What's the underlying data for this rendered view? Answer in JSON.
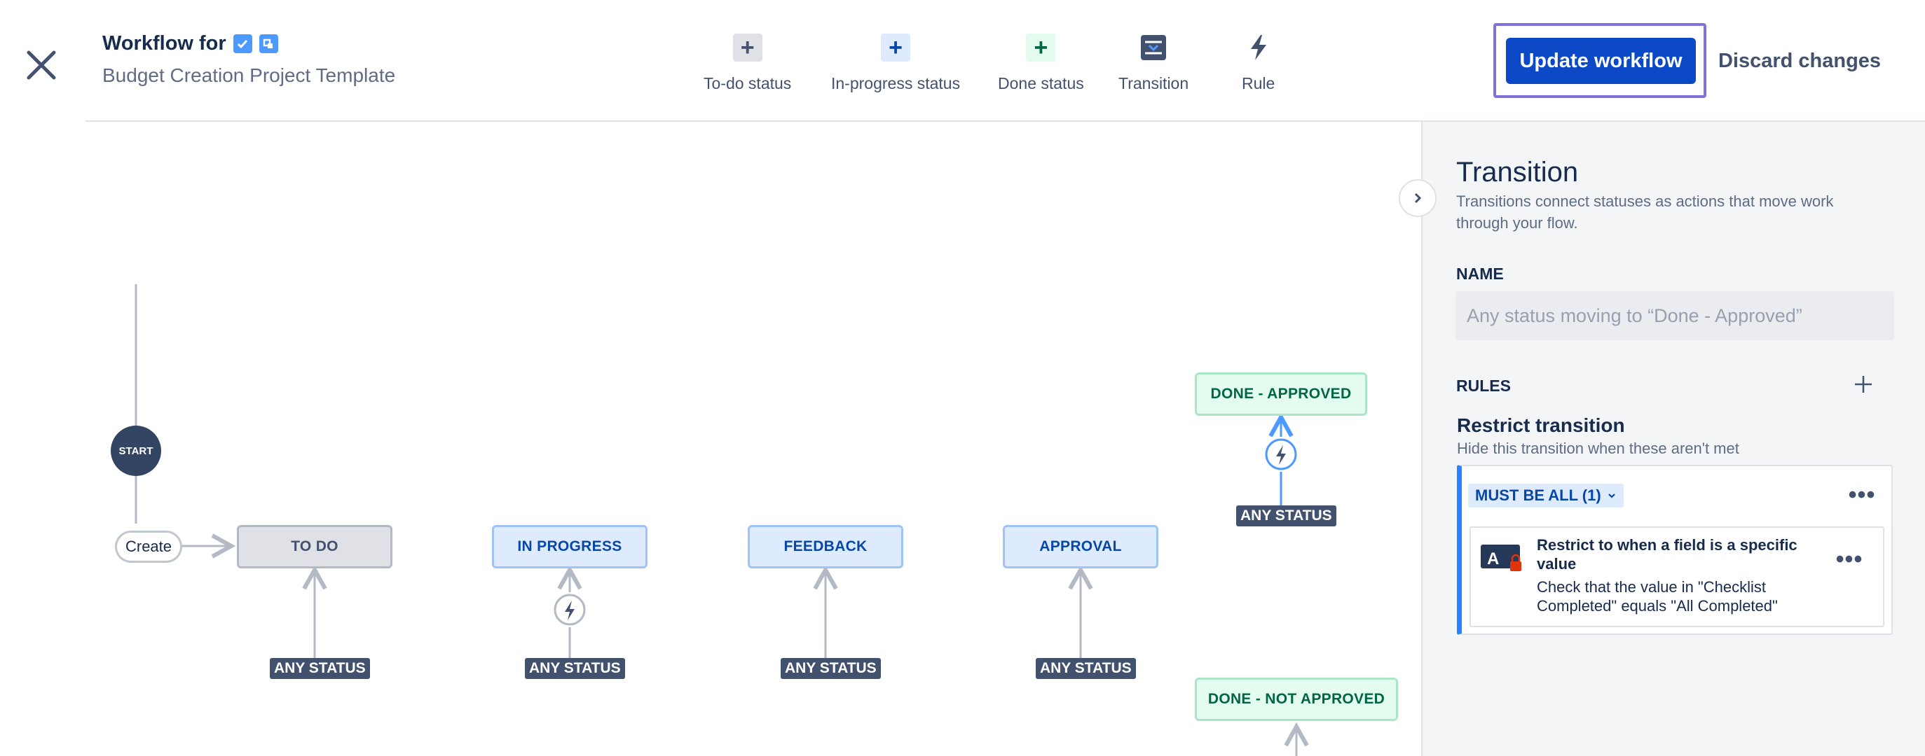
{
  "header": {
    "title": "Workflow for",
    "subtitle": "Budget Creation Project Template",
    "close_icon": "close-icon",
    "update_label": "Update workflow",
    "discard_label": "Discard changes"
  },
  "toolbar": {
    "todo_status": "To-do status",
    "inprogress_status": "In-progress status",
    "done_status": "Done status",
    "transition": "Transition",
    "rule": "Rule"
  },
  "canvas": {
    "start_label": "START",
    "create_label": "Create",
    "statuses": {
      "todo": "TO DO",
      "in_progress": "IN PROGRESS",
      "feedback": "FEEDBACK",
      "approval": "APPROVAL",
      "done_approved": "DONE - APPROVED",
      "done_not_approved": "DONE - NOT APPROVED"
    },
    "any_status": "ANY STATUS"
  },
  "panel": {
    "title": "Transition",
    "description": "Transitions connect statuses as actions that move work through your flow.",
    "name_label": "NAME",
    "name_placeholder": "Any status moving to “Done - Approved”",
    "rules_label": "RULES",
    "restrict_title": "Restrict transition",
    "restrict_desc": "Hide this transition when these aren't met",
    "must_badge": "MUST BE ALL (1)",
    "condition_title": "Restrict to when a field is a specific value",
    "condition_desc": "Check that the value in \"Checklist Completed\" equals \"All Completed\""
  },
  "colors": {
    "primary": "#0c49c7",
    "focus_outline": "#8270db",
    "todo_bg": "#dfe1e6",
    "progress_bg": "#deebff",
    "done_bg": "#e3fcef",
    "tag_bg": "#42526e",
    "rule_accent": "#2684ff"
  }
}
